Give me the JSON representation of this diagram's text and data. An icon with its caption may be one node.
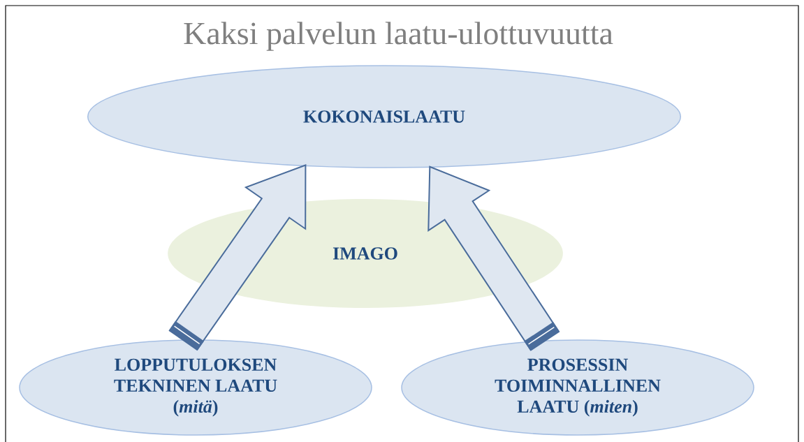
{
  "diagram": {
    "title": "Kaksi palvelun laatu-ulottuvuutta",
    "nodes": [
      {
        "text": [
          "KOKONAISLAATU"
        ]
      },
      {
        "text": [
          "IMAGO"
        ]
      },
      {
        "text": [
          "LOPPUTULOKSEN TEKNINEN LAATU (*mitä*)"
        ]
      },
      {
        "text": [
          "PROSESSIN TOIMINNALLINEN LAATU (*miten*)"
        ]
      }
    ],
    "edges": [
      {
        "from": 2,
        "to": 0,
        "arrow": "to"
      },
      {
        "from": 3,
        "to": 0,
        "arrow": "to"
      }
    ]
  }
}
